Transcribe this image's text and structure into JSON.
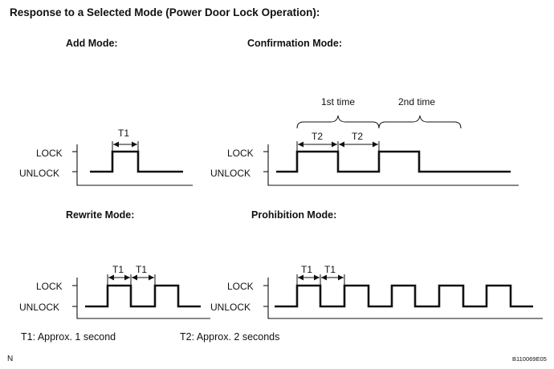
{
  "title": "Response to a Selected Mode (Power Door Lock Operation):",
  "modes": {
    "add": {
      "title": "Add Mode:"
    },
    "confirmation": {
      "title": "Confirmation Mode:",
      "first_time": "1st time",
      "second_time": "2nd time"
    },
    "rewrite": {
      "title": "Rewrite Mode:"
    },
    "prohibition": {
      "title": "Prohibition Mode:"
    }
  },
  "axis_labels": {
    "lock": "LOCK",
    "unlock": "UNLOCK"
  },
  "timing_labels": {
    "t1": "T1",
    "t2": "T2"
  },
  "legend": {
    "t1": "T1: Approx. 1 second",
    "t2": "T2: Approx. 2 seconds"
  },
  "corner_mark": "N",
  "figure_code": "B110069E05"
}
